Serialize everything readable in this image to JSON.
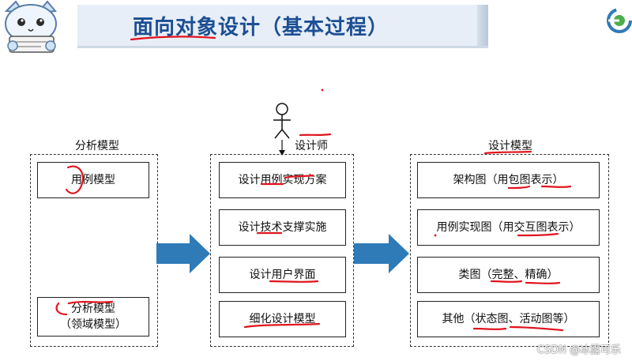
{
  "header": {
    "title": "面向对象设计（基本过程）"
  },
  "colors": {
    "title": "#1c4f93",
    "arrow": "#2e7bb8",
    "annotation": "#e0141e"
  },
  "regions": {
    "analysis": {
      "label": "分析模型",
      "boxes": [
        {
          "lines": [
            "用例模型"
          ]
        },
        {
          "lines": [
            "分析模型",
            "（领域模型）"
          ]
        }
      ]
    },
    "designer": {
      "label": "设计师",
      "actor_icon": "stick-figure-icon",
      "boxes": [
        {
          "lines": [
            "设计用例实现方案"
          ]
        },
        {
          "lines": [
            "设计技术支撑实施"
          ]
        },
        {
          "lines": [
            "设计用户界面"
          ]
        },
        {
          "lines": [
            "细化设计模型"
          ]
        }
      ]
    },
    "design": {
      "label": "设计模型",
      "boxes": [
        {
          "lines": [
            "架构图（用包图表示）"
          ]
        },
        {
          "lines": [
            "用例实现图（用交互图表示）"
          ]
        },
        {
          "lines": [
            "类图（完整、精确）"
          ]
        },
        {
          "lines": [
            "其他（状态图、活动图等）"
          ]
        }
      ]
    }
  },
  "watermark": "CSDN @冰露可乐"
}
